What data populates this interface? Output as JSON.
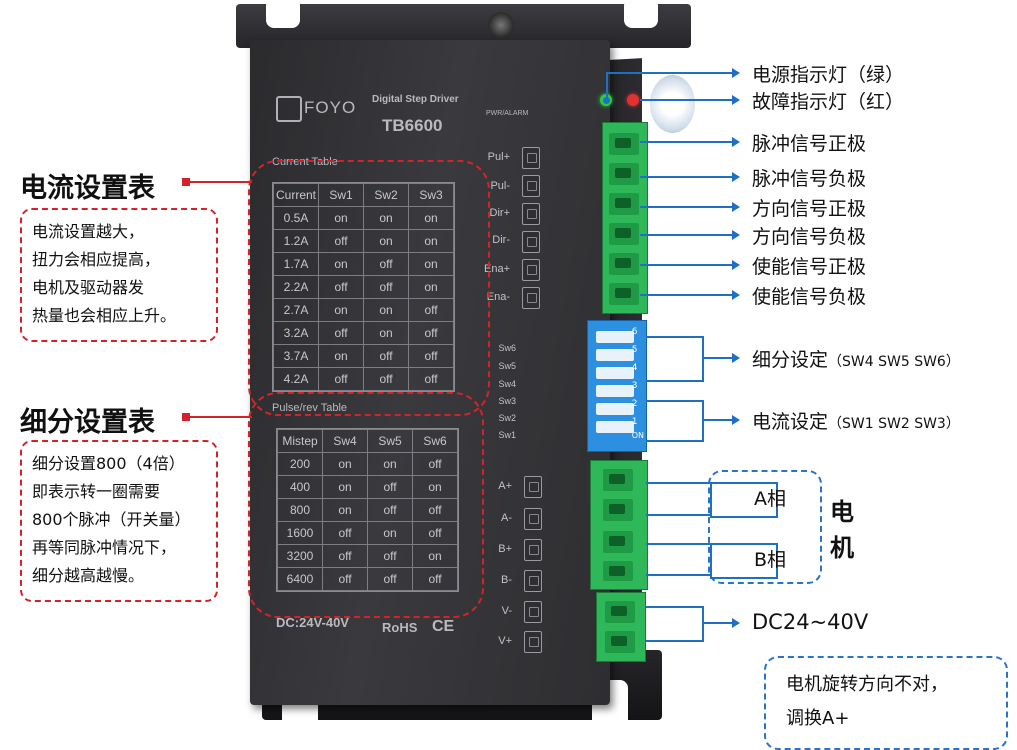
{
  "brand": "FOYO",
  "device": {
    "product_line": "Digital Step Driver",
    "model": "TB6600",
    "pwr_alarm_label": "PWR/ALARM",
    "current_table_title": "Current Table",
    "pulse_table_title": "Pulse/rev Table",
    "voltage_label": "DC:24V-40V",
    "rohs_label": "RoHS",
    "ce_label": "CE"
  },
  "current_table": {
    "headers": [
      "Current",
      "Sw1",
      "Sw2",
      "Sw3"
    ],
    "rows": [
      [
        "0.5A",
        "on",
        "on",
        "on"
      ],
      [
        "1.2A",
        "off",
        "on",
        "on"
      ],
      [
        "1.7A",
        "on",
        "off",
        "on"
      ],
      [
        "2.2A",
        "off",
        "off",
        "on"
      ],
      [
        "2.7A",
        "on",
        "on",
        "off"
      ],
      [
        "3.2A",
        "off",
        "on",
        "off"
      ],
      [
        "3.7A",
        "on",
        "off",
        "off"
      ],
      [
        "4.2A",
        "off",
        "off",
        "off"
      ]
    ]
  },
  "pulse_table": {
    "headers": [
      "Mistep",
      "Sw4",
      "Sw5",
      "Sw6"
    ],
    "rows": [
      [
        "200",
        "on",
        "on",
        "off"
      ],
      [
        "400",
        "on",
        "off",
        "on"
      ],
      [
        "800",
        "on",
        "off",
        "off"
      ],
      [
        "1600",
        "off",
        "on",
        "off"
      ],
      [
        "3200",
        "off",
        "off",
        "on"
      ],
      [
        "6400",
        "off",
        "off",
        "off"
      ]
    ]
  },
  "signal_pins": [
    "Pul+",
    "Pul-",
    "Dir+",
    "Dir-",
    "Ena+",
    "Ena-"
  ],
  "sw_pins": [
    "Sw6",
    "Sw5",
    "Sw4",
    "Sw3",
    "Sw2",
    "Sw1"
  ],
  "motor_pins": [
    "A+",
    "A-",
    "B+",
    "B-",
    "V-",
    "V+"
  ],
  "dip_labels": [
    "6",
    "5",
    "4",
    "3",
    "2",
    "1",
    "ON"
  ],
  "annotations": {
    "power_led": "电源指示灯（绿）",
    "fault_led": "故障指示灯（红）",
    "pul_pos": "脉冲信号正极",
    "pul_neg": "脉冲信号负极",
    "dir_pos": "方向信号正极",
    "dir_neg": "方向信号负极",
    "ena_pos": "使能信号正极",
    "ena_neg": "使能信号负极",
    "subdivision": "细分设定",
    "subdivision_switches": "（SW4 SW5 SW6）",
    "current_set": "电流设定",
    "current_switches": "（SW1 SW2 SW3）",
    "phase_a": "A相",
    "phase_b": "B相",
    "motor_char1": "电",
    "motor_char2": "机",
    "power_input": "DC24~40V"
  },
  "left_notes": {
    "current_heading": "电流设置表",
    "current_note": "电流设置越大，\n扭力会相应提高，\n电机及驱动器发\n热量也会相应上升。",
    "subdivision_heading": "细分设置表",
    "subdivision_note": "细分设置800（4倍）\n即表示转一圈需要\n800个脉冲（开关量）\n再等同脉冲情况下，\n细分越高越慢。"
  },
  "bottom_note": {
    "line1": "电机旋转方向不对，",
    "line2": "调换A+"
  },
  "colors": {
    "annotation_blue": "#1f6fc3",
    "heading_red": "#d3232a",
    "terminal_green": "#2fb85a",
    "dip_blue": "#2c8fe0",
    "power_led": "#2ecc40",
    "fault_led": "#e03030"
  }
}
